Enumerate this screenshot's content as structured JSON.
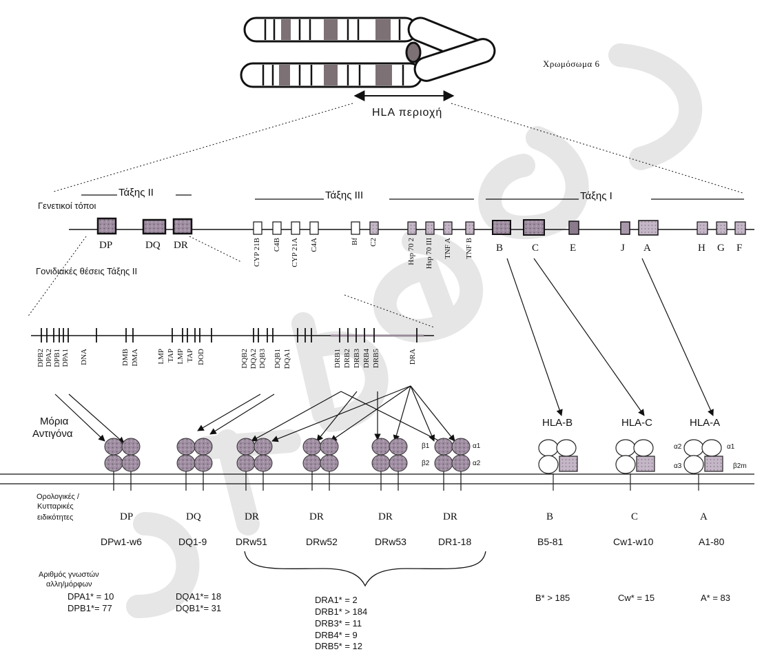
{
  "header": {
    "chromosome_label": "Χρωμόσωμα 6",
    "hla_region": "HLA περιοχή"
  },
  "classes": {
    "class2": "Τάξης II",
    "class3": "Τάξης III",
    "class1": "Τάξης I"
  },
  "genetic_loci_label": "Γενετικοί τόποι",
  "class2_positions_label": "Γονιδιακές θέσεις Τάξης II",
  "major_loci": [
    "DP",
    "DQ",
    "DR",
    "B",
    "C",
    "E",
    "J",
    "A",
    "H",
    "G",
    "F"
  ],
  "class3_genes": [
    "CYP 21B",
    "C4B",
    "CYP 21A",
    "C4A",
    "Bf",
    "C2",
    "Hsp 70 2",
    "Hsp 70 III",
    "TNF A",
    "TNF B"
  ],
  "class2_genes": [
    "DPB2",
    "DPA2",
    "DPB1",
    "DPA1",
    "DNA",
    "DMB",
    "DMA",
    "LMP",
    "TAP",
    "LMP",
    "TAP",
    "DOD",
    "DQB2",
    "DQA2",
    "DQB3",
    "DQB1",
    "DQA1",
    "DRB1",
    "DRB2",
    "DRB3",
    "DRB4",
    "DRB5",
    "DRA"
  ],
  "molecules_label": {
    "line1": "Μόρια",
    "line2": "Αντιγόνα"
  },
  "chain_labels": {
    "b1": "β1",
    "b2": "β2",
    "a1": "α1",
    "a2": "α2",
    "a3": "α3",
    "b2m": "β2m"
  },
  "class1_molecules": [
    "HLA-B",
    "HLA-C",
    "HLA-A"
  ],
  "specificities_label": {
    "line1": "Ορολογικές /",
    "line2": "Κυτταρικές",
    "line3": "ειδικότητες"
  },
  "specificities": [
    "DP",
    "DQ",
    "DR",
    "DR",
    "DR",
    "DR",
    "B",
    "C",
    "A"
  ],
  "serology": [
    "DPw1-w6",
    "DQ1-9",
    "DRw51",
    "DRw52",
    "DRw53",
    "DR1-18",
    "B5-81",
    "Cw1-w10",
    "A1-80"
  ],
  "allele_label": {
    "line1": "Αριθμός γνωστών",
    "line2": "αλλη/μόρφων"
  },
  "allele_counts": {
    "dp": [
      "DPA1* = 10",
      "DPB1*= 77"
    ],
    "dq": [
      "DQA1*= 18",
      "DQB1*= 31"
    ],
    "dr": [
      "DRA1* = 2",
      "DRB1* > 184",
      "DRB3* = 11",
      "DRB4* = 9",
      "DRB5* = 12"
    ],
    "b": "B* > 185",
    "c": "Cw* = 15",
    "a": "A* = 83"
  },
  "colors": {
    "gene_fill": "#b8a4b8",
    "molecule_fill": "#9c8a9e",
    "band_dark": "#7a6e72",
    "watermark": "#dcdcdc"
  }
}
